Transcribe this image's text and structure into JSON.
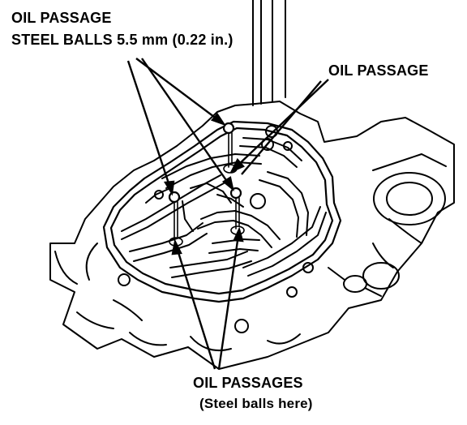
{
  "labels": {
    "top_left_line1": "OIL PASSAGE",
    "top_left_line2": "STEEL BALLS 5.5 mm (0.22 in.)",
    "top_right": "OIL PASSAGE",
    "bottom_line1": "OIL PASSAGES",
    "bottom_line2": "(Steel balls here)"
  },
  "colors": {
    "ink": "#000000",
    "paper": "#ffffff"
  }
}
